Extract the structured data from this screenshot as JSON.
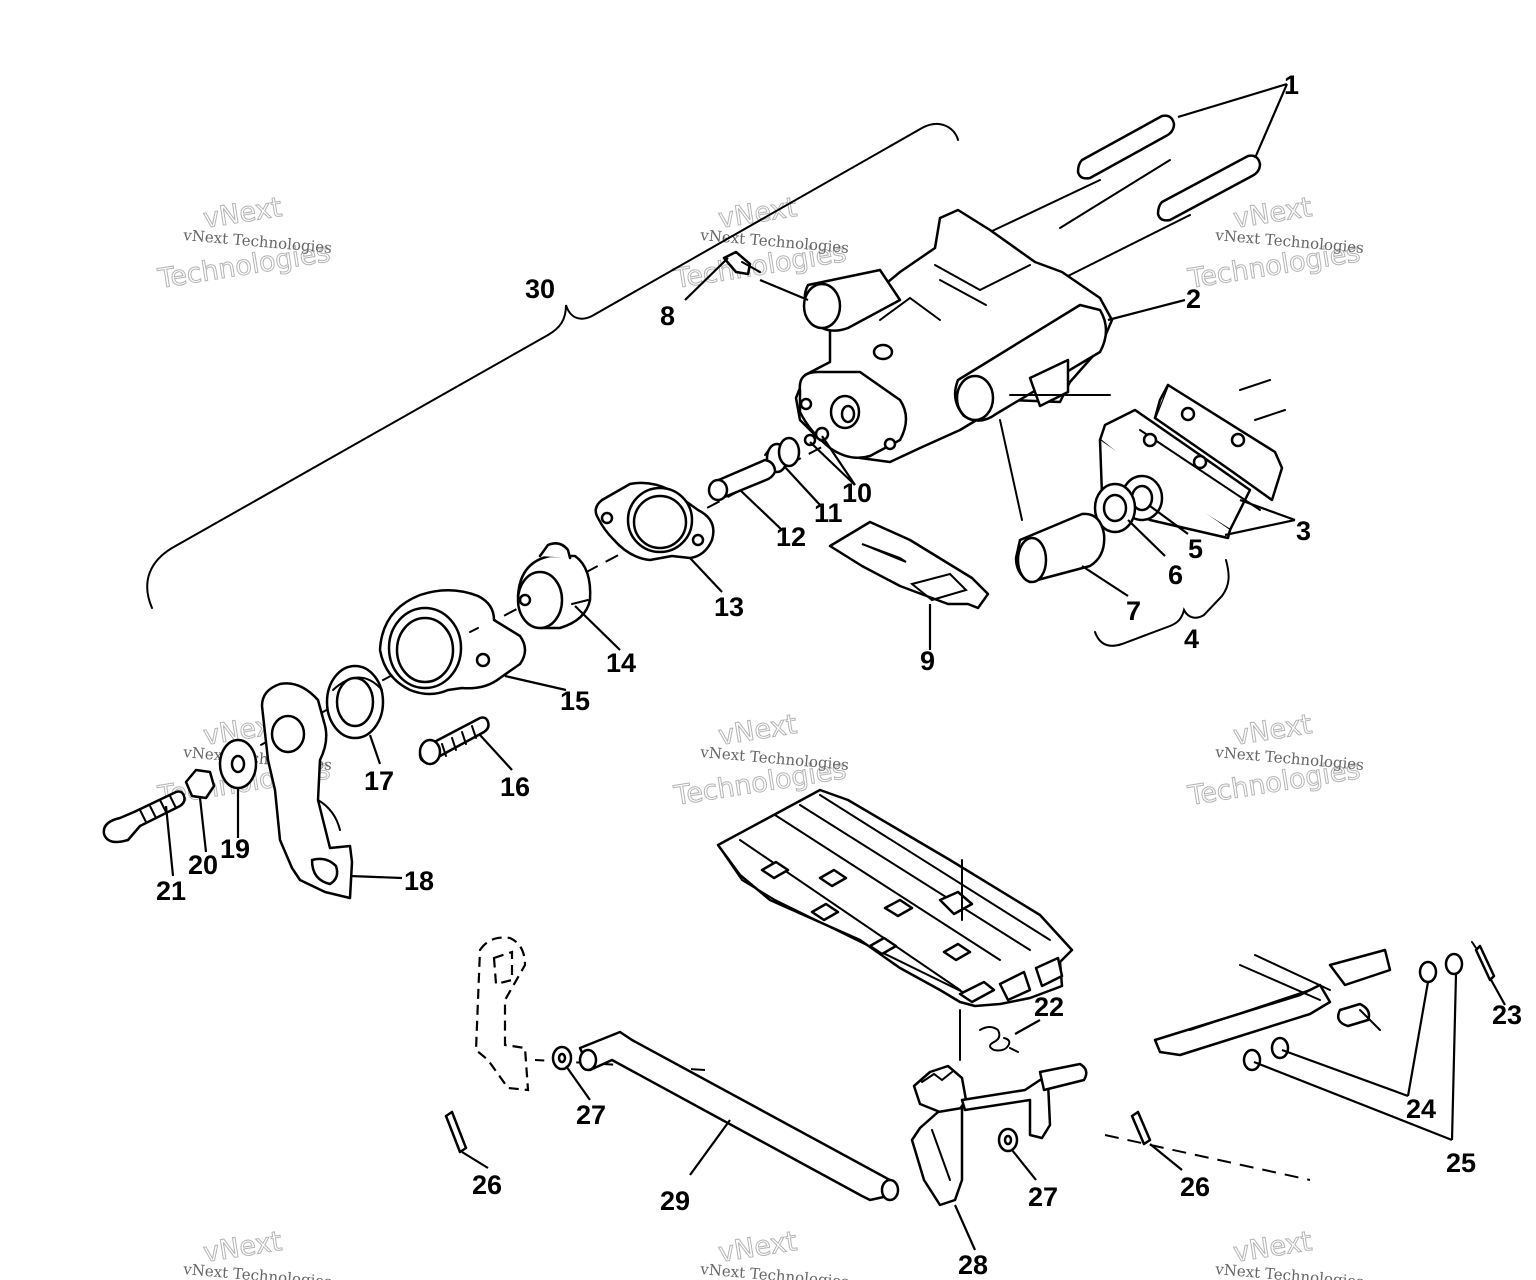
{
  "watermark": {
    "company": "vNext Technologies",
    "outline_top": "vNext",
    "outline_bottom": "Technologies"
  },
  "callouts": [
    "1",
    "2",
    "3",
    "4",
    "5",
    "6",
    "7",
    "8",
    "9",
    "10",
    "11",
    "12",
    "13",
    "14",
    "15",
    "16",
    "17",
    "18",
    "19",
    "20",
    "21",
    "22",
    "23",
    "24",
    "25",
    "26",
    "26",
    "27",
    "27",
    "28",
    "29",
    "30"
  ]
}
